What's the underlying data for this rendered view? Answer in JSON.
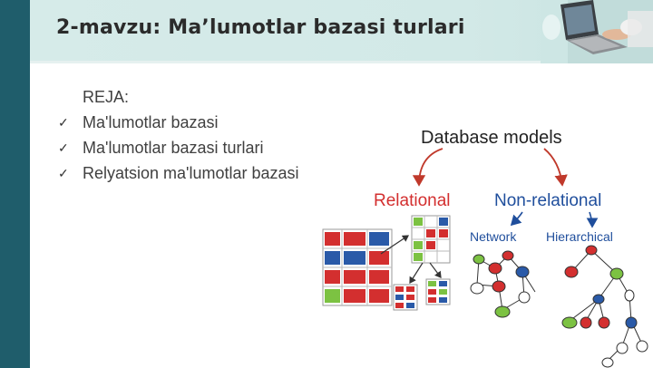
{
  "slide": {
    "title": "2-mavzu: Ma’lumotlar bazasi turlari"
  },
  "plan": {
    "heading": "REJA:",
    "items": [
      "Ma'lumotlar bazasi",
      "Ma'lumotlar bazasi turlari",
      "Relyatsion ma'lumotlar bazasi"
    ],
    "bullet_icon": "check-icon"
  },
  "diagram": {
    "title": "Database models",
    "relational_label": "Relational",
    "non_relational_label": "Non-relational",
    "network_label": "Network",
    "hierarchical_label": "Hierarchical",
    "colors": {
      "relational": "#d32f2f",
      "non_relational": "#1f4e9c",
      "node_green": "#7cc242",
      "node_blue": "#2a5aa8",
      "node_red": "#d32f2f",
      "arrow_red": "#c0392b"
    }
  }
}
